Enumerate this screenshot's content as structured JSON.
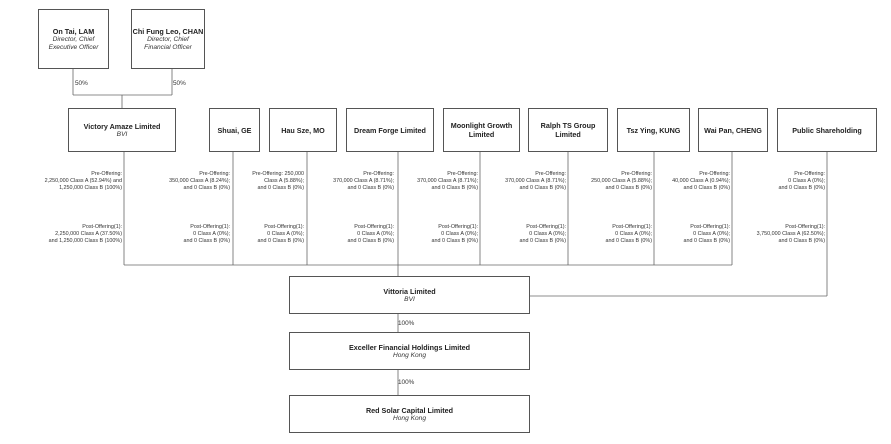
{
  "top_officers": [
    {
      "name": "On Tai, LAM",
      "title_line1": "Director, Chief",
      "title_line2": "Executive Officer",
      "ownership": "50%"
    },
    {
      "name": "Chi Fung Leo, CHAN",
      "title_line1": "Director, Chief",
      "title_line2": "Financial Officer",
      "ownership": "50%"
    }
  ],
  "shareholders": [
    {
      "name": "Victory Amaze Limited",
      "subtitle": "BVI",
      "pre": [
        "Pre-Offering:",
        "2,250,000 Class A (52.94%) and",
        "1,250,000 Class B (100%)"
      ],
      "post": [
        "Post-Offering(1):",
        "2,250,000 Class A (37.50%)",
        "and 1,250,000 Class B (100%)"
      ]
    },
    {
      "name": "Shuai, GE",
      "subtitle": "",
      "pre": [
        "Pre-Offering:",
        "350,000 Class A (8.24%);",
        "and 0 Class B (0%)"
      ],
      "post": [
        "Post-Offering(1):",
        "0 Class A (0%);",
        "and 0 Class B (0%)"
      ]
    },
    {
      "name": "Hau Sze, MO",
      "subtitle": "",
      "pre": [
        "Pre-Offering: 250,000",
        "Class A (5.88%);",
        "and 0 Class B (0%)"
      ],
      "post": [
        "Post-Offering(1):",
        "0 Class A (0%);",
        "and 0 Class B (0%)"
      ]
    },
    {
      "name": "Dream Forge Limited",
      "subtitle": "",
      "pre": [
        "Pre-Offering:",
        "370,000 Class A (8.71%);",
        "and 0 Class B (0%)"
      ],
      "post": [
        "Post-Offering(1):",
        "0 Class A (0%);",
        "and 0 Class B (0%)"
      ]
    },
    {
      "name": "Moonlight Growth Limited",
      "subtitle": "",
      "pre": [
        "Pre-Offering:",
        "370,000 Class A (8.71%);",
        "and 0 Class B (0%)"
      ],
      "post": [
        "Post-Offering(1):",
        "0 Class A (0%);",
        "and 0 Class B (0%)"
      ]
    },
    {
      "name": "Ralph TS Group Limited",
      "subtitle": "",
      "pre": [
        "Pre-Offering:",
        "370,000 Class A (8.71%);",
        "and 0 Class B (0%)"
      ],
      "post": [
        "Post-Offering(1):",
        "0 Class A (0%);",
        "and 0 Class B (0%)"
      ]
    },
    {
      "name": "Tsz Ying, KUNG",
      "subtitle": "",
      "pre": [
        "Pre-Offering:",
        "250,000 Class A (5.88%);",
        "and 0 Class B (0%)"
      ],
      "post": [
        "Post-Offering(1):",
        "0 Class A (0%);",
        "and 0 Class B (0%)"
      ]
    },
    {
      "name": "Wai Pan, CHENG",
      "subtitle": "",
      "pre": [
        "Pre-Offering:",
        "40,000 Class A (0.94%);",
        "and 0 Class B (0%)"
      ],
      "post": [
        "Post-Offering(1):",
        "0 Class A (0%);",
        "and 0 Class B (0%)"
      ]
    },
    {
      "name": "Public Shareholding",
      "subtitle": "",
      "pre": [
        "Pre-Offering:",
        "0 Class A (0%);",
        "and 0 Class B (0%)"
      ],
      "post": [
        "Post-Offering(1):",
        "3,750,000 Class A (62.50%);",
        "and 0 Class B (0%)"
      ]
    }
  ],
  "chain": [
    {
      "name": "Vittoria Limited",
      "subtitle": "BVI",
      "ownership_below": "100%"
    },
    {
      "name": "Exceller Financial Holdings Limited",
      "subtitle": "Hong Kong",
      "ownership_below": "100%"
    },
    {
      "name": "Red Solar Capital Limited",
      "subtitle": "Hong Kong",
      "ownership_below": ""
    }
  ]
}
